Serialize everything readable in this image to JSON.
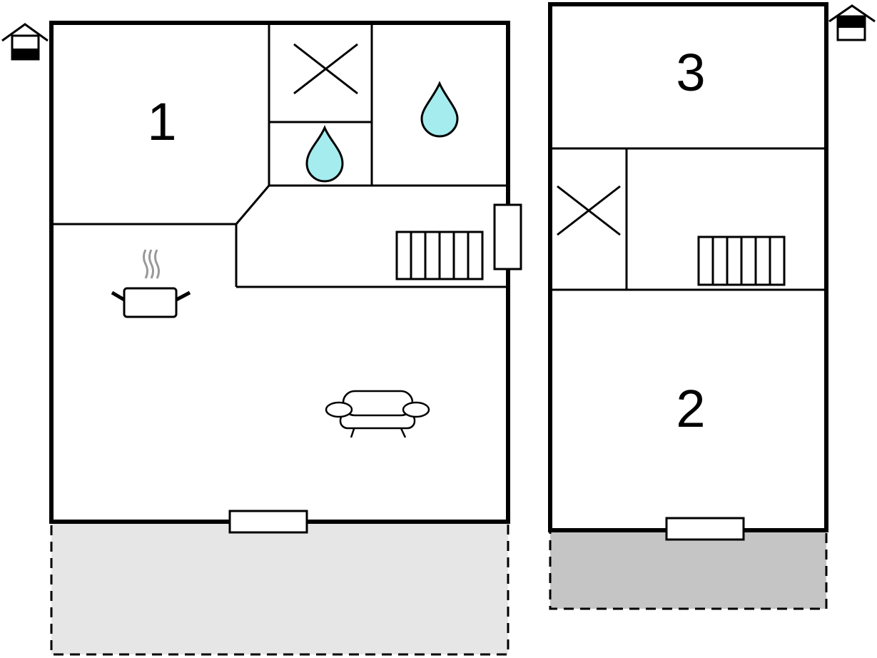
{
  "plan": {
    "ground_floor": {
      "room_label": "1",
      "icons": [
        "floor-level-icon",
        "wc-icon",
        "water-drop-icon",
        "water-drop-icon",
        "stairs-icon",
        "cooking-pot-icon",
        "sofa-icon",
        "door-icon"
      ]
    },
    "upper_floor": {
      "room_labels": [
        "3",
        "2"
      ],
      "icons": [
        "floor-level-icon",
        "wc-icon",
        "stairs-icon",
        "door-icon"
      ]
    }
  },
  "colors": {
    "walls": "#000000",
    "water": "#a5ecef",
    "terrace": "#e6e6e6",
    "balcony": "#c5c5c5",
    "steam": "#999999"
  }
}
